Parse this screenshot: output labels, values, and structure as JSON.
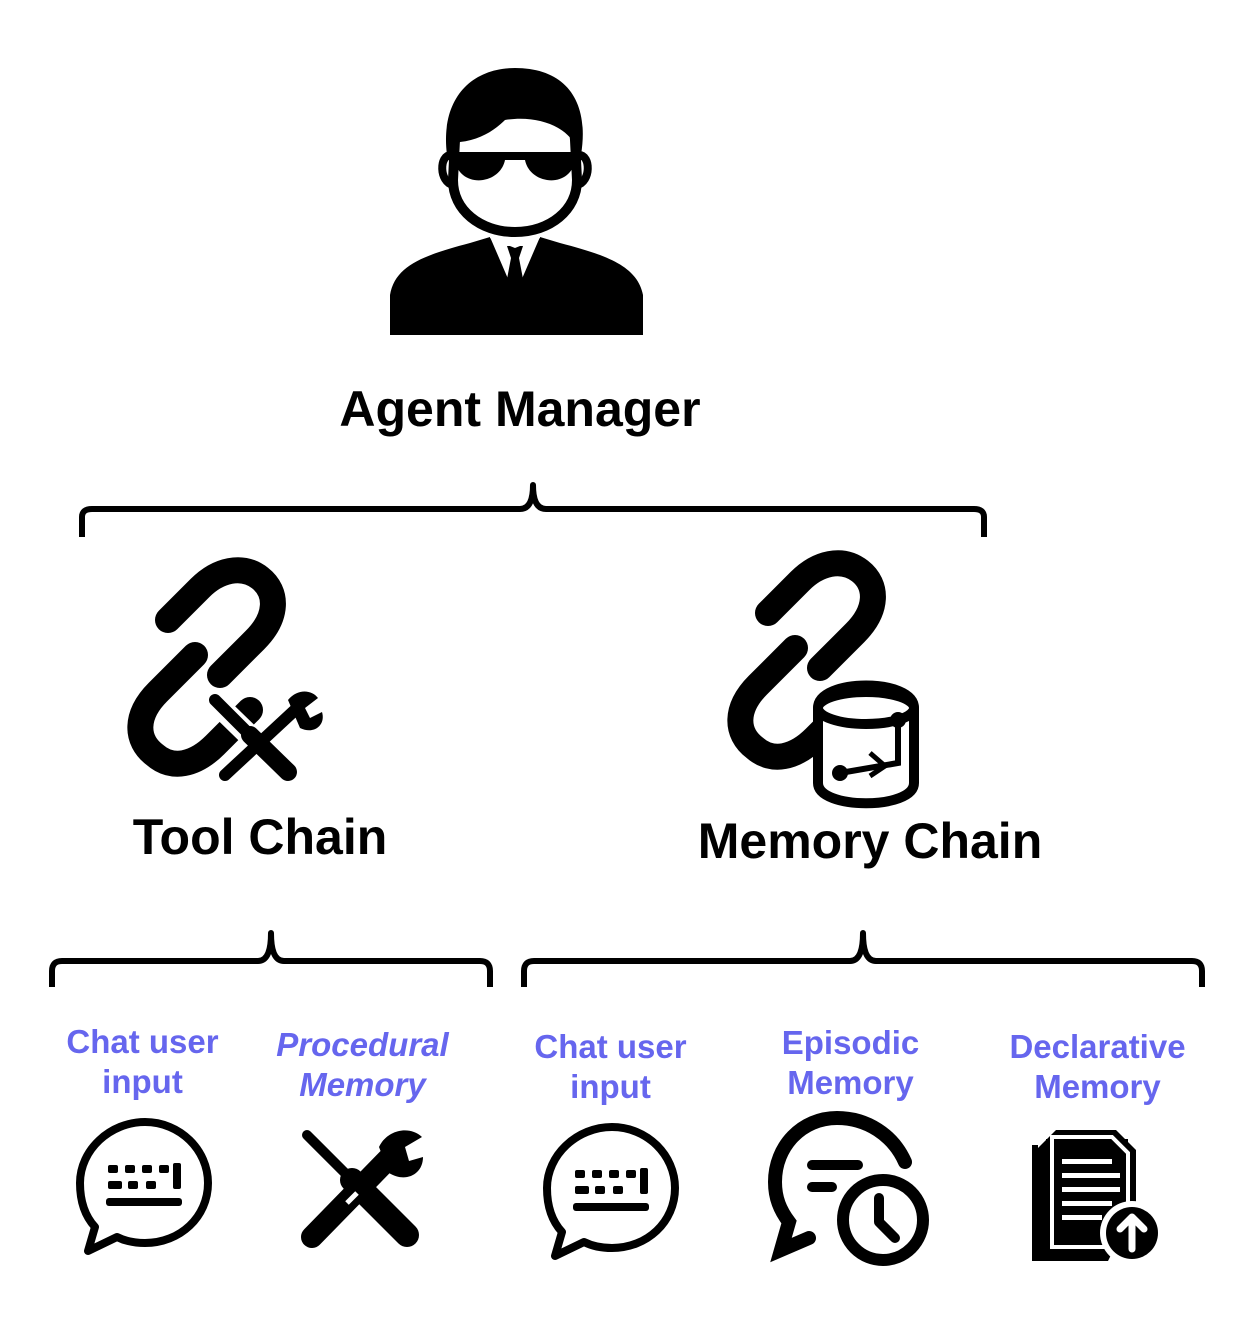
{
  "root": {
    "label": "Agent Manager",
    "icon": "agent-person-icon"
  },
  "chains": [
    {
      "label": "Tool Chain",
      "icon": "chain-tools-icon"
    },
    {
      "label": "Memory Chain",
      "icon": "chain-database-icon"
    }
  ],
  "leaves": [
    {
      "line1": "Chat user",
      "line2": "input",
      "icon": "chat-keyboard-icon",
      "italic": false
    },
    {
      "line1": "Procedural",
      "line2": "Memory",
      "icon": "tools-icon",
      "italic": true
    },
    {
      "line1": "Chat user",
      "line2": "input",
      "icon": "chat-keyboard-icon",
      "italic": false
    },
    {
      "line1": "Episodic",
      "line2": "Memory",
      "icon": "chat-clock-icon",
      "italic": false
    },
    {
      "line1": "Declarative",
      "line2": "Memory",
      "icon": "document-upload-icon",
      "italic": false
    }
  ],
  "colors": {
    "text": "#000000",
    "leaf_text": "#6666ee",
    "icon": "#000000"
  }
}
